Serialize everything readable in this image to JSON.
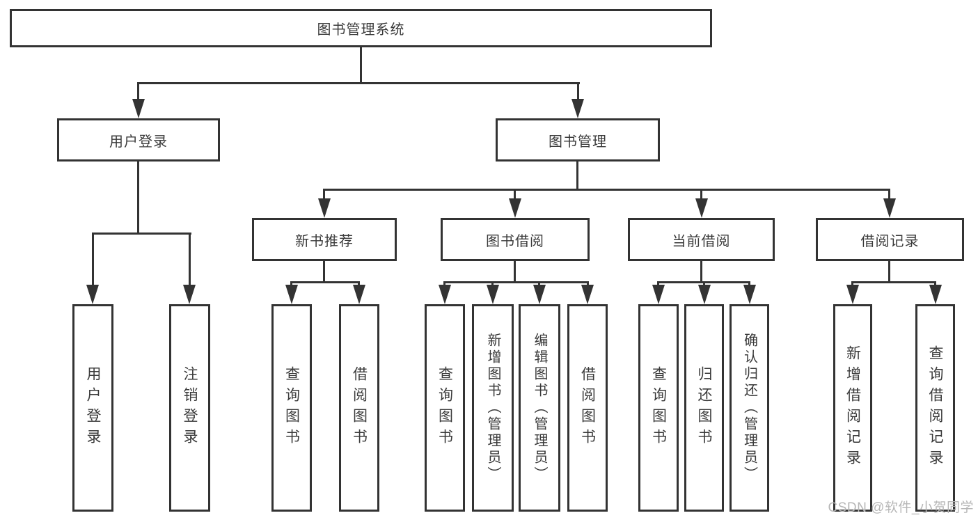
{
  "tree": {
    "label": "图书管理系统",
    "children": [
      {
        "label": "用户登录",
        "children": [
          {
            "label": "用户登录"
          },
          {
            "label": "注销登录"
          }
        ]
      },
      {
        "label": "图书管理",
        "children": [
          {
            "label": "新书推荐",
            "children": [
              {
                "label": "查询图书"
              },
              {
                "label": "借阅图书"
              }
            ]
          },
          {
            "label": "图书借阅",
            "children": [
              {
                "label": "查询图书"
              },
              {
                "label": "新增图书（管理员）"
              },
              {
                "label": "编辑图书（管理员）"
              },
              {
                "label": "借阅图书"
              }
            ]
          },
          {
            "label": "当前借阅",
            "children": [
              {
                "label": "查询图书"
              },
              {
                "label": "归还图书"
              },
              {
                "label": "确认归还（管理员）"
              }
            ]
          },
          {
            "label": "借阅记录",
            "children": [
              {
                "label": "新增借阅记录"
              },
              {
                "label": "查询借阅记录"
              }
            ]
          }
        ]
      }
    ]
  },
  "watermark": {
    "text": "CSDN @软件_小贺同学"
  },
  "colors": {
    "line": "#333333",
    "box_border": "#333333",
    "text": "#3a3a3a",
    "watermark": "#b6b6b6",
    "background": "#ffffff"
  }
}
